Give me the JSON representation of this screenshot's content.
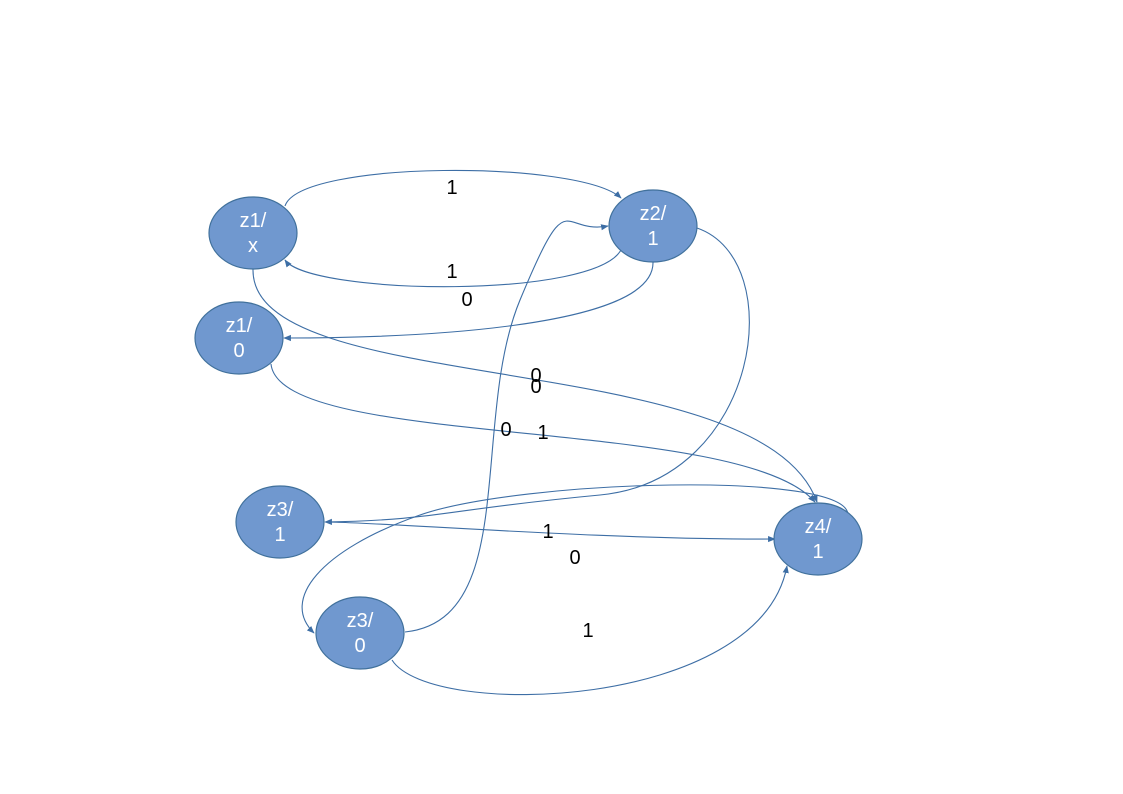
{
  "colors": {
    "node_fill": "#7098cf",
    "node_stroke": "#41719c",
    "edge": "#3d6ea5",
    "text": "#ffffff",
    "label": "#000000"
  },
  "nodes": [
    {
      "id": "z1x",
      "line1": "z1/",
      "line2": "x"
    },
    {
      "id": "z2_1",
      "line1": "z2/",
      "line2": "1"
    },
    {
      "id": "z1_0",
      "line1": "z1/",
      "line2": "0"
    },
    {
      "id": "z3_1",
      "line1": "z3/",
      "line2": "1"
    },
    {
      "id": "z4_1",
      "line1": "z4/",
      "line2": "1"
    },
    {
      "id": "z3_0",
      "line1": "z3/",
      "line2": "0"
    }
  ],
  "edges": [
    {
      "from": "z1x",
      "to": "z2_1",
      "label": "1"
    },
    {
      "from": "z2_1",
      "to": "z1x",
      "label": "1"
    },
    {
      "from": "z2_1",
      "to": "z1_0",
      "label": "0"
    },
    {
      "from": "z1x",
      "to": "z4_1",
      "label": "0"
    },
    {
      "from": "z3_1",
      "to": "z4_1",
      "label": "0"
    },
    {
      "from": "z3_0",
      "to": "z2_1",
      "label": "0"
    },
    {
      "from": "z1_0",
      "to": "z4_1",
      "label": "1"
    },
    {
      "from": "z2_1",
      "to": "z3_1",
      "label": "1"
    },
    {
      "from": "z4_1",
      "to": "z3_0",
      "label": "0"
    },
    {
      "from": "z3_0",
      "to": "z4_1",
      "label": "1"
    }
  ]
}
